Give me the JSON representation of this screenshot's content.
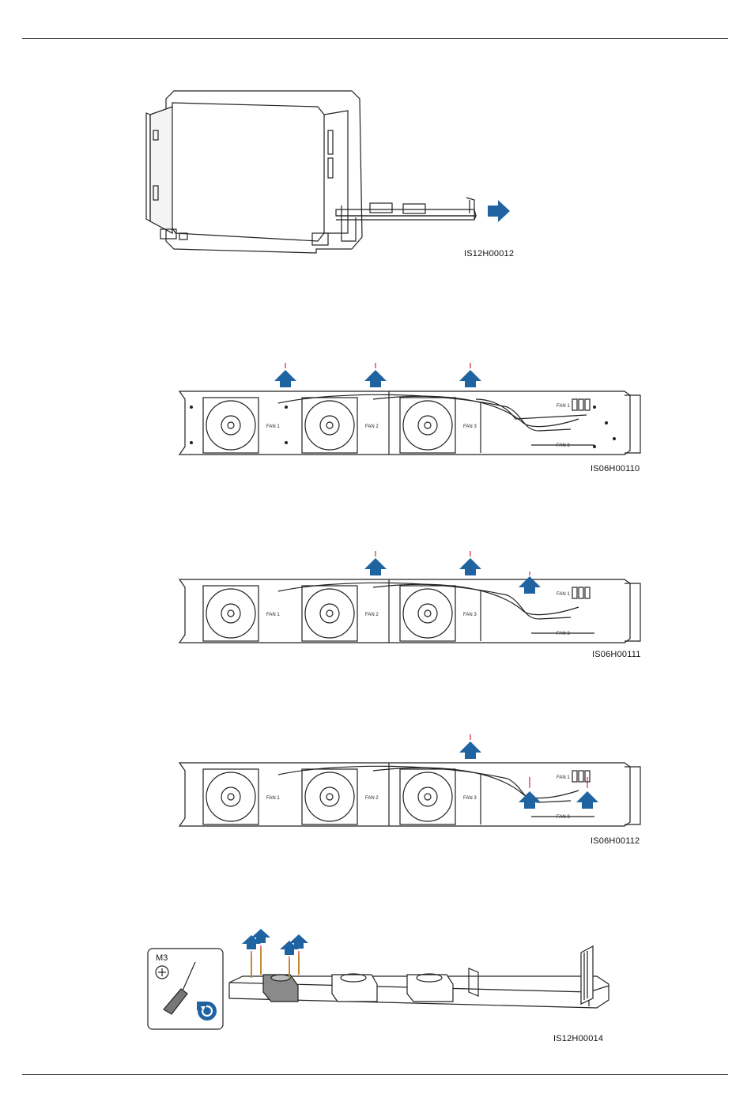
{
  "figures": [
    {
      "id": "inverter",
      "caption": "IS12H00012"
    },
    {
      "id": "fan_tray_1",
      "caption": "IS06H00110"
    },
    {
      "id": "fan_tray_2",
      "caption": "IS06H00111"
    },
    {
      "id": "fan_tray_3",
      "caption": "IS06H00112"
    },
    {
      "id": "fan_removal",
      "caption": "IS12H00014"
    }
  ],
  "fan_labels": [
    "FAN 1",
    "FAN 2",
    "FAN 3"
  ],
  "connector_labels": [
    "FAN 1",
    "FAN 2",
    "FAN 3"
  ],
  "tool": {
    "screw_spec": "M3"
  },
  "colors": {
    "arrow": "#1f63a1",
    "line": "#222222",
    "dash": "#d6283a"
  }
}
